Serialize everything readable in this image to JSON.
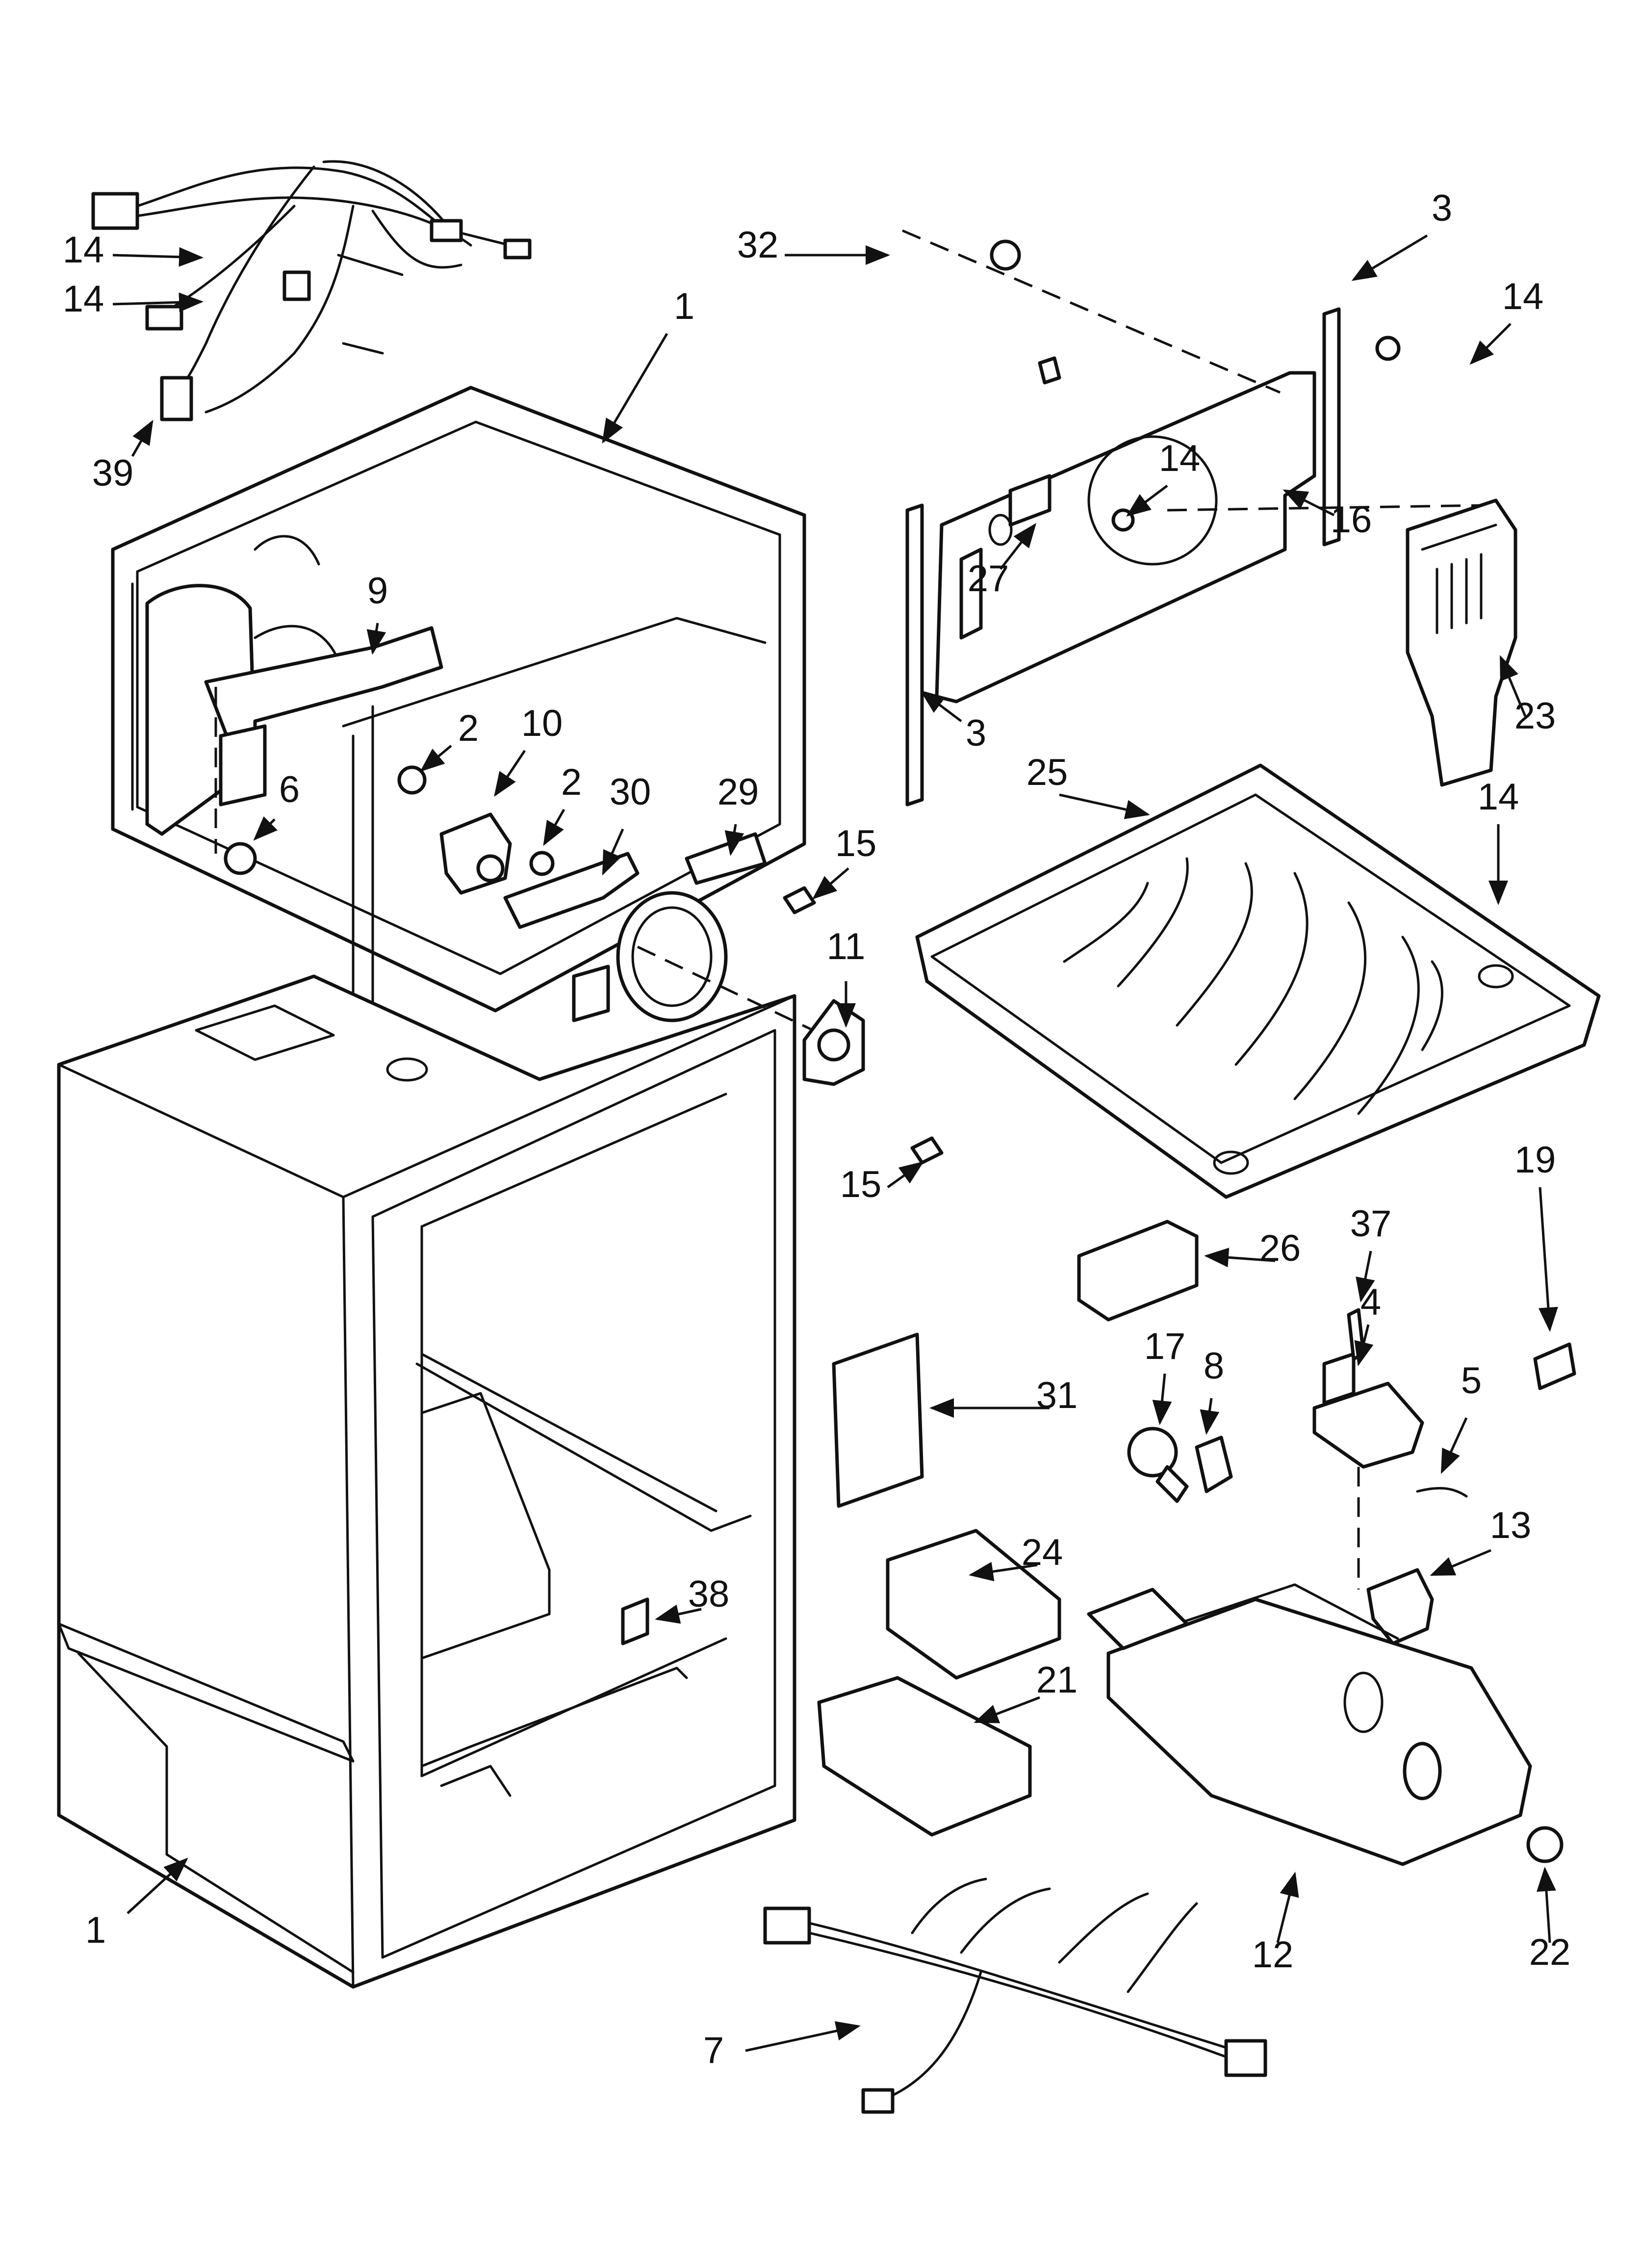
{
  "diagram": {
    "callouts": [
      "1",
      "1",
      "2",
      "2",
      "3",
      "3",
      "4",
      "5",
      "6",
      "7",
      "8",
      "9",
      "10",
      "11",
      "12",
      "13",
      "14",
      "14",
      "14",
      "14",
      "14",
      "15",
      "15",
      "16",
      "17",
      "19",
      "21",
      "22",
      "23",
      "24",
      "25",
      "26",
      "27",
      "29",
      "30",
      "31",
      "32",
      "37",
      "38",
      "39"
    ]
  }
}
